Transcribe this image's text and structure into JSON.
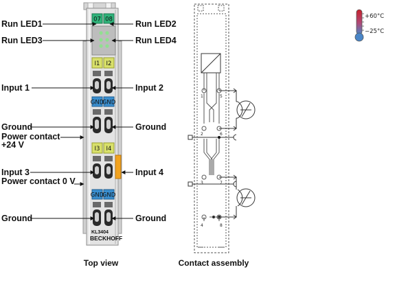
{
  "terminal": {
    "model": "KL3404",
    "brand": "BECKHOFF",
    "led_tags": [
      "07",
      "08"
    ],
    "top_tags": [
      "I1",
      "I2"
    ],
    "gnd_tags": [
      "GND",
      "GND"
    ],
    "bottom_tags": [
      "I3",
      "I4"
    ]
  },
  "labels": {
    "run_led1": "Run LED1",
    "run_led2": "Run LED2",
    "run_led3": "Run LED3",
    "run_led4": "Run LED4",
    "input1": "Input 1",
    "input2": "Input 2",
    "ground_left_1": "Ground",
    "ground_right_1": "Ground",
    "power_contact_24v_line1": "Power contact",
    "power_contact_24v_line2": "+24 V",
    "input3": "Input 3",
    "input4": "Input 4",
    "power_contact_0v": "Power contact 0 V",
    "ground_left_2": "Ground",
    "ground_right_2": "Ground"
  },
  "captions": {
    "top_view": "Top view",
    "contact_assembly": "Contact assembly"
  },
  "temperature": {
    "max": "+60°C",
    "min": "−25°C"
  },
  "contact_numbers": [
    "1",
    "5",
    "2",
    "6",
    "3",
    "7",
    "4",
    "8"
  ],
  "colors": {
    "green_tag": "#2fb37a",
    "yellow_tag": "#d8e06a",
    "blue_tag": "#3a8fd0",
    "orange_contact": "#f2a320",
    "housing": "#e3e3e3",
    "thermo_red": "#c8202a",
    "thermo_blue": "#4a86c8"
  }
}
